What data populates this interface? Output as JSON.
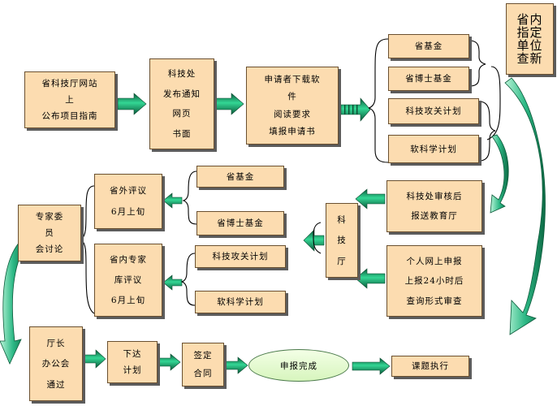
{
  "boxes": {
    "b1": [
      "省科技厅网站",
      "上",
      "公布项目指南"
    ],
    "b2": [
      "科技处",
      "发布通知",
      "网页",
      "书面"
    ],
    "b3": [
      "申请者下载软",
      "件",
      "阅读要求",
      "填报申请书"
    ],
    "b4": [
      "省基金"
    ],
    "b5": [
      "省博士基金"
    ],
    "b6": [
      "科技攻关计划"
    ],
    "b7": [
      "软科学计划"
    ],
    "b8": [
      "科技处审核后",
      "报送教育厅"
    ],
    "b9": [
      "个人网上申报",
      "上报24小时后",
      "查询形式审查"
    ],
    "b10": [
      "科",
      "技",
      "厅"
    ],
    "b11": [
      "省基金"
    ],
    "b12": [
      "省博士基金"
    ],
    "b13": [
      "科技攻关计划"
    ],
    "b14": [
      "软科学计划"
    ],
    "b15": [
      "省外评议",
      "6月上旬"
    ],
    "b16": [
      "省内专家",
      "库评议",
      "6月上旬"
    ],
    "b17": [
      "专家委",
      "员",
      "会讨论"
    ],
    "b18": [
      "厅长",
      "办公会",
      "通过"
    ],
    "b19": [
      "下达",
      "计划"
    ],
    "b20": [
      "签定",
      "合同"
    ],
    "b21": [
      "课题执行"
    ]
  },
  "ellipse_label": "申报完成",
  "note": [
    "省内",
    "指定",
    "单位",
    "查新"
  ],
  "colors": {
    "box_fill": "#fcdcb0",
    "arrow_green": "#1fb57a",
    "curve_green": "#23b27a",
    "ellipse_fill": "#e3f8cf"
  }
}
